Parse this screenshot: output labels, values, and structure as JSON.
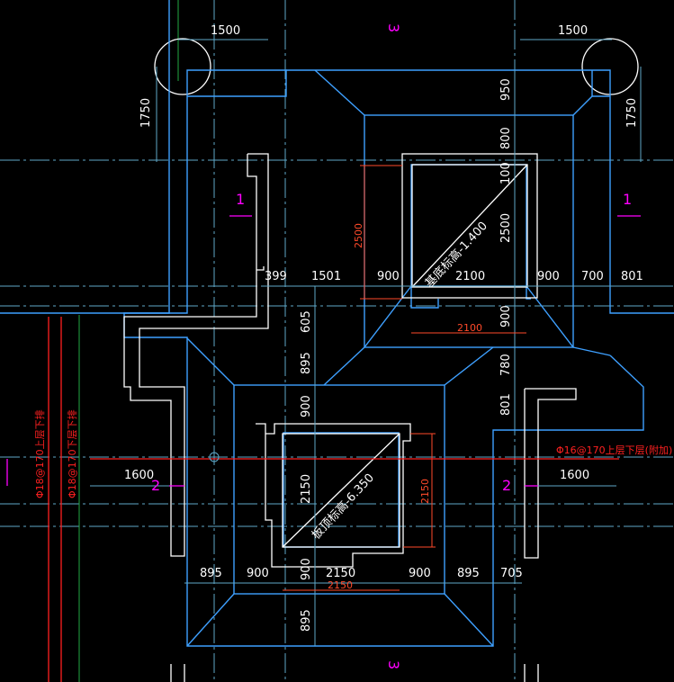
{
  "colors": {
    "background": "#000000",
    "axis": "#5fa8c8",
    "outline_blue": "#3ea0ff",
    "wall_white": "#ffffff",
    "dimension_red": "#ff4a2a",
    "rebar_red": "#ff2020",
    "section_magenta": "#ff00ff",
    "grid_green": "#22aa44"
  },
  "dimensions": {
    "top_left_1500": "1500",
    "top_right_1500": "1500",
    "left_1750": "1750",
    "right_1750": "1750",
    "v_950": "950",
    "v_800": "800",
    "v_100": "100",
    "v_2500_white": "2500",
    "v_2500_red": "2500",
    "h_399": "399",
    "h_1501": "1501",
    "h_900_a": "900",
    "h_2100": "2100",
    "h_900_b": "900",
    "h_700": "700",
    "h_801": "801",
    "h_2100_red": "2100",
    "v_900_mid": "900",
    "v_605": "605",
    "v_895_a": "895",
    "v_780": "780",
    "v_801": "801",
    "v_900_low": "900",
    "v_2150_white": "2150",
    "v_2150_red": "2150",
    "h_1600_left": "1600",
    "h_1600_right": "1600",
    "b_895_a": "895",
    "b_900_a": "900",
    "b_900_b": "900",
    "b_2150": "2150",
    "b_900_c": "900",
    "b_895_b": "895",
    "b_705": "705",
    "b_2150_red": "2150",
    "v_895_b": "895"
  },
  "section_labels": {
    "top_3": "3",
    "bottom_3": "3",
    "left_1": "1",
    "right_1": "1",
    "left_2": "2",
    "right_2": "2"
  },
  "annotations": {
    "pit1_elevation": "基底标高-1.400",
    "pit2_elevation": "板顶标高-6.350",
    "rebar_horizontal": "Φ16@170上层下层(附加)",
    "rebar_vertical_1": "Φ18@170上层下排",
    "rebar_vertical_2": "Φ18@170下层下排"
  }
}
